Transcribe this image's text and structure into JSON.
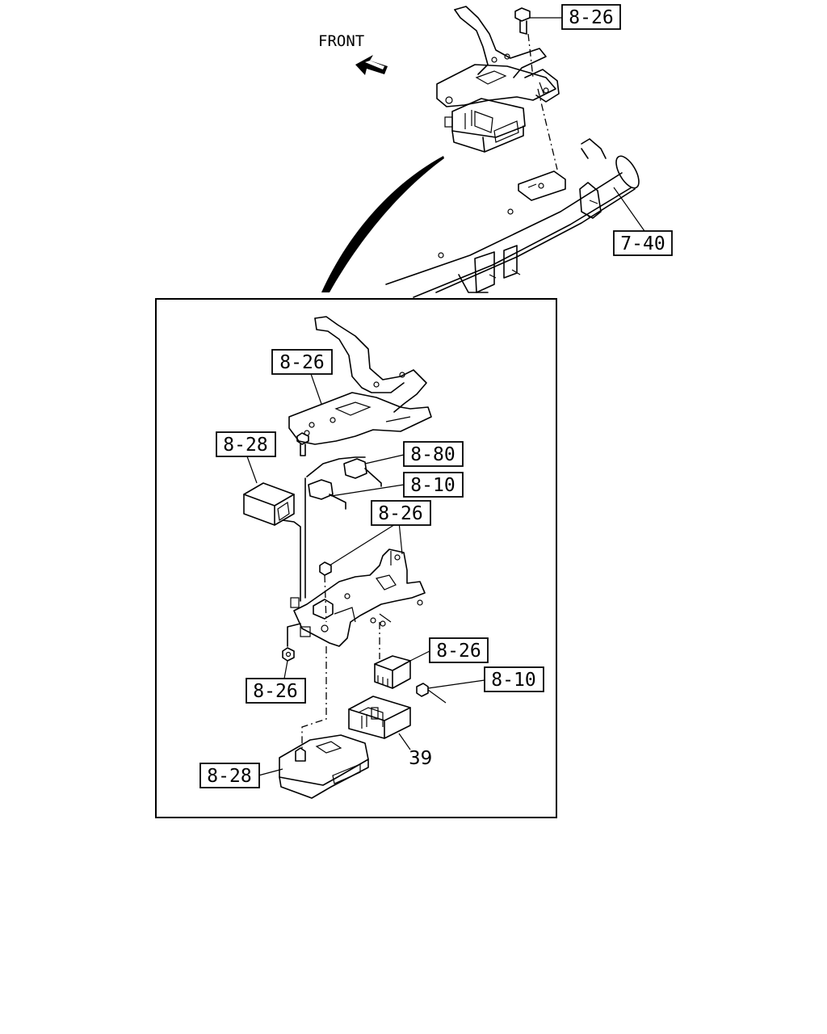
{
  "orientation": {
    "label": "FRONT"
  },
  "callouts": {
    "top_bolt": "8-26",
    "crossmember": "7-40",
    "bracket_upper": "8-26",
    "relay_left": "8-28",
    "connector_upper": "8-80",
    "connector_lower": "8-10",
    "bracket_mid": "8-26",
    "nut": "8-26",
    "relay_right": "8-26",
    "relay_connector": "8-10",
    "control_unit": "8-28"
  },
  "part_numbers": {
    "module": "39"
  }
}
